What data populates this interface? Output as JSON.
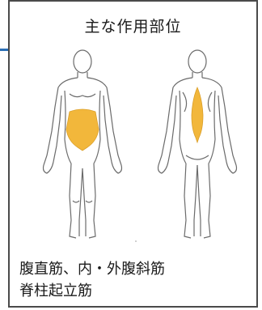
{
  "card": {
    "title": "主な作用部位",
    "muscles_line1": "腹直筋、内・外腹斜筋",
    "muscles_line2": "脊柱起立筋"
  },
  "colors": {
    "accent": "#2b6fb6",
    "highlight": "#f2b431",
    "border": "#4a4a4a"
  },
  "figures": {
    "front_icon": "human-body-front-icon",
    "back_icon": "human-body-back-icon"
  }
}
